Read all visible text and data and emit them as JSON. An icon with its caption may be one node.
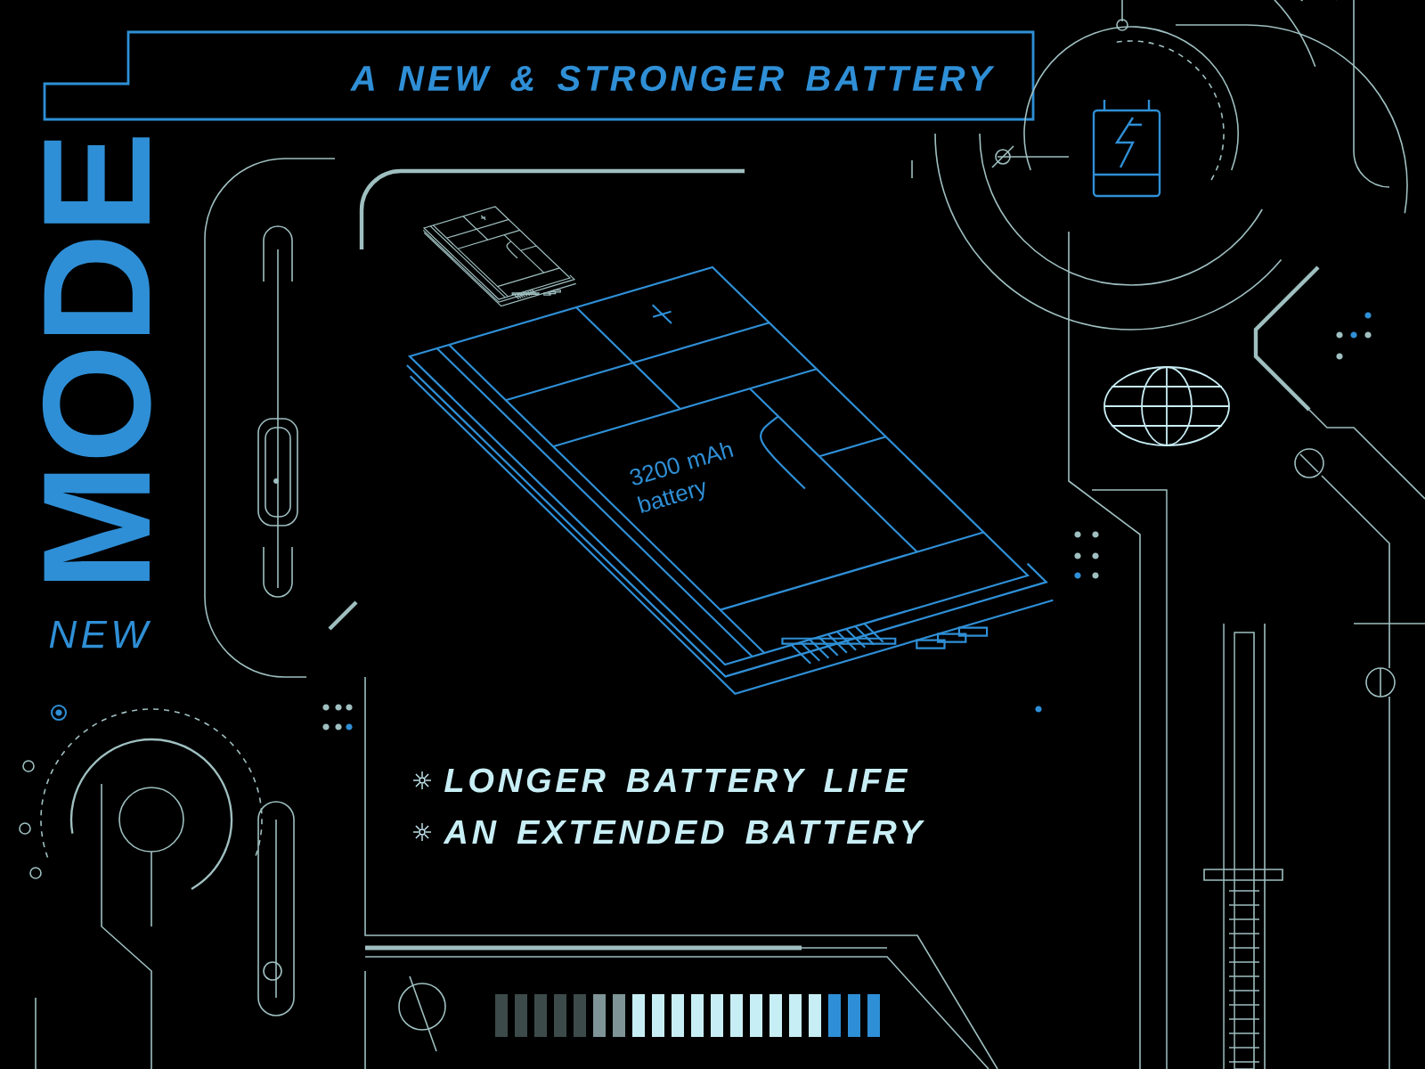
{
  "diagram": {
    "title": "A NEW & STRONGER BATTERY",
    "labels": [
      "MODE",
      "NEW",
      "3200 mAh battery",
      "LONGER BATTERY LIFE",
      "AN EXTENDED BATTERY"
    ]
  }
}
